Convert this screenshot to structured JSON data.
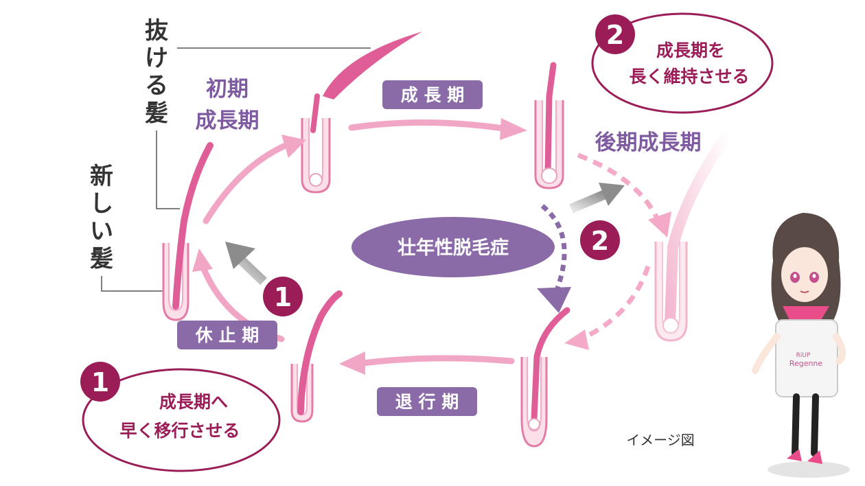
{
  "labels": {
    "falling_hair": "抜ける髪",
    "new_hair": "新しい髪",
    "early_growth": [
      "初期",
      "成長期"
    ],
    "late_growth": "後期成長期",
    "growth": "成 長 期",
    "resting": "休 止 期",
    "regression": "退 行 期",
    "center": "壮年性脱毛症",
    "image_note": "イメージ図"
  },
  "callouts": {
    "one": {
      "number": "1",
      "lines": [
        "成長期へ",
        "早く移行させる"
      ]
    },
    "two": {
      "number": "2",
      "lines": [
        "成長期を",
        "長く維持させる"
      ]
    }
  },
  "badges": {
    "one": "1",
    "two": "2"
  },
  "mascot": {
    "brand_small": "RiUP",
    "brand": "Regenne"
  },
  "colors": {
    "purple": "#8b6aa8",
    "purple_text": "#7e5aa0",
    "magenta": "#9a1d57",
    "pink_arrow": "#f2a6c6",
    "pink_dashed": "#f4a9c9",
    "hair_pink": "#e05e97",
    "hair_light": "#f7c7da",
    "gray_arrow": "#9a9a9a",
    "text_dark": "#333333"
  }
}
